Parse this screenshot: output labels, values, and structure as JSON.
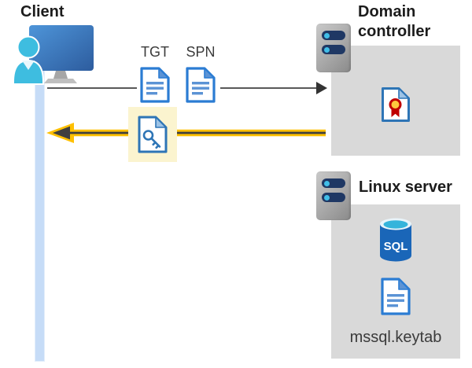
{
  "diagram": {
    "client": {
      "label": "Client"
    },
    "flow": {
      "tgt_label": "TGT",
      "spn_label": "SPN"
    },
    "domain_controller": {
      "label": "Domain controller"
    },
    "linux_server": {
      "label": "Linux server",
      "sql_label": "SQL",
      "keytab_label": "mssql.keytab"
    },
    "icons": {
      "client": "person-at-monitor-icon",
      "server": "server-rack-icon",
      "ticket": "document-icon",
      "key_ticket": "document-key-icon",
      "certificate": "certificate-icon",
      "database": "sql-database-icon"
    },
    "colors": {
      "accent_yellow": "#ffc000",
      "highlight_yellow": "#fbf4cf",
      "box_gray": "#d9d9d9",
      "doc_blue": "#2b7cd3",
      "doc_line_blue": "#5b93d5",
      "person_cyan": "#3ebde0",
      "lifeline_blue": "#c6dcf7",
      "sql_blue": "#1a66b8",
      "sql_top_teal": "#35b4db",
      "cert_red": "#c00000",
      "cert_gold": "#ffc93e",
      "arrow_dark": "#3f3f3f",
      "server_navy": "#1f3864"
    }
  }
}
